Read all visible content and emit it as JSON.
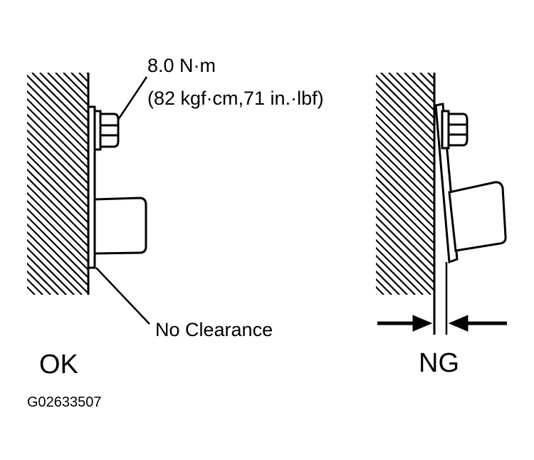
{
  "torque": {
    "line1": "8.0 N·m",
    "line2": "(82 kgf·cm,71 in.·lbf)"
  },
  "ok": {
    "label": "OK",
    "note": "No Clearance"
  },
  "ng": {
    "label": "NG"
  },
  "figure_code": "G02633507",
  "colors": {
    "ink": "#000000",
    "paper": "#ffffff"
  }
}
